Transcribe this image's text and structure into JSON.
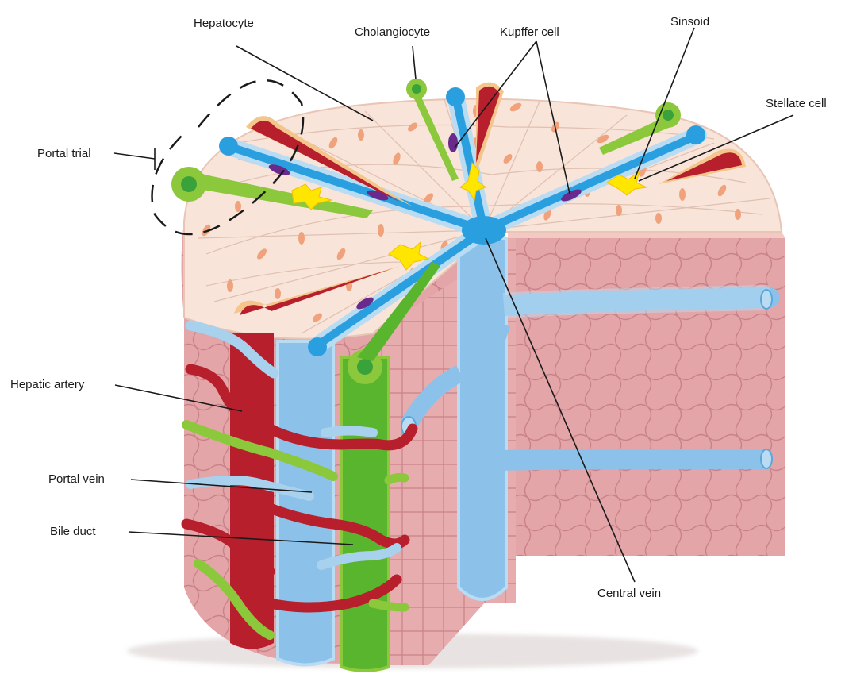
{
  "labels": {
    "hepatocyte": "Hepatocyte",
    "cholangiocyte": "Cholangiocyte",
    "kupffer_cell": "Kupffer cell",
    "sinusoid": "Sinsoid",
    "stellate_cell": "Stellate cell",
    "portal_triad": "Portal trial",
    "hepatic_artery": "Hepatic artery",
    "portal_vein": "Portal vein",
    "bile_duct": "Bile duct",
    "central_vein": "Central vein"
  },
  "colors": {
    "hepatocyte_top": "#f8e4d8",
    "nucleus": "#f0a27c",
    "tissue_side": "#e3a5a8",
    "tissue_line": "#c98288",
    "artery": "#b81f2c",
    "artery_halo": "#f4c68c",
    "portal_vein": "#2a9fe0",
    "portal_vein_halo": "#b9dcf2",
    "bile_duct": "#3aa23a",
    "bile_duct_light": "#8cc83c",
    "central_vein": "#8cc2ea",
    "kupffer": "#6a2a8c",
    "stellate": "#ffe600"
  }
}
